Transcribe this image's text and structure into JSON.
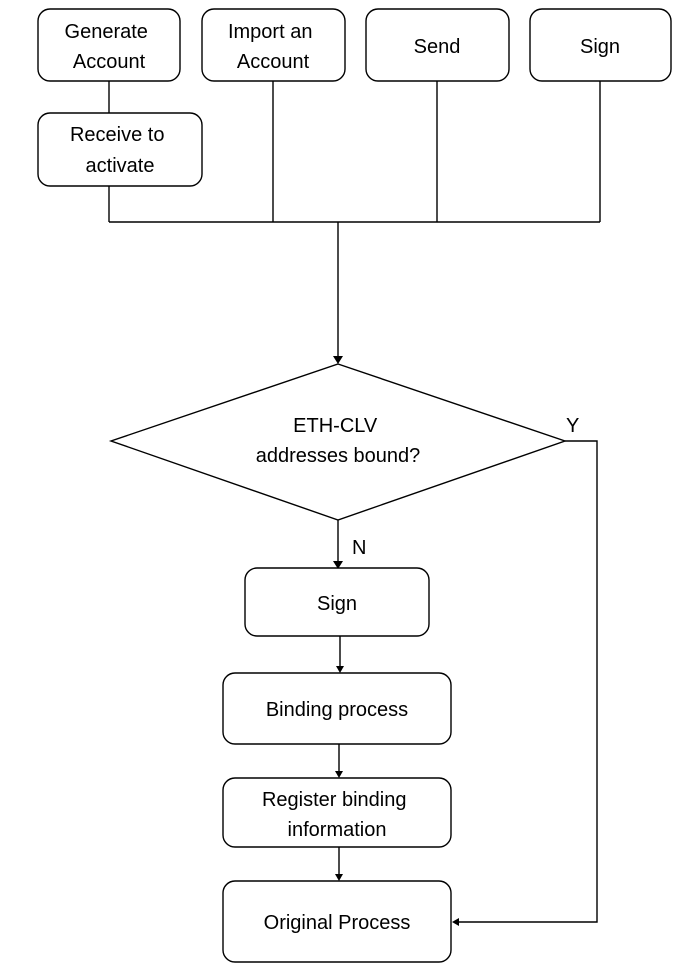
{
  "nodes": {
    "generate_account": [
      "Generate",
      "Account"
    ],
    "import_account": [
      "Import an",
      "Account"
    ],
    "send": [
      "Send"
    ],
    "sign_top": [
      "Sign"
    ],
    "receive_to_activate": [
      "Receive to",
      "activate"
    ],
    "decision": [
      "ETH-CLV",
      "addresses bound?"
    ],
    "sign": [
      "Sign"
    ],
    "binding_process": [
      "Binding process"
    ],
    "register_binding": [
      "Register binding",
      "information"
    ],
    "original_process": [
      "Original Process"
    ]
  },
  "branches": {
    "yes": "Y",
    "no": "N"
  }
}
